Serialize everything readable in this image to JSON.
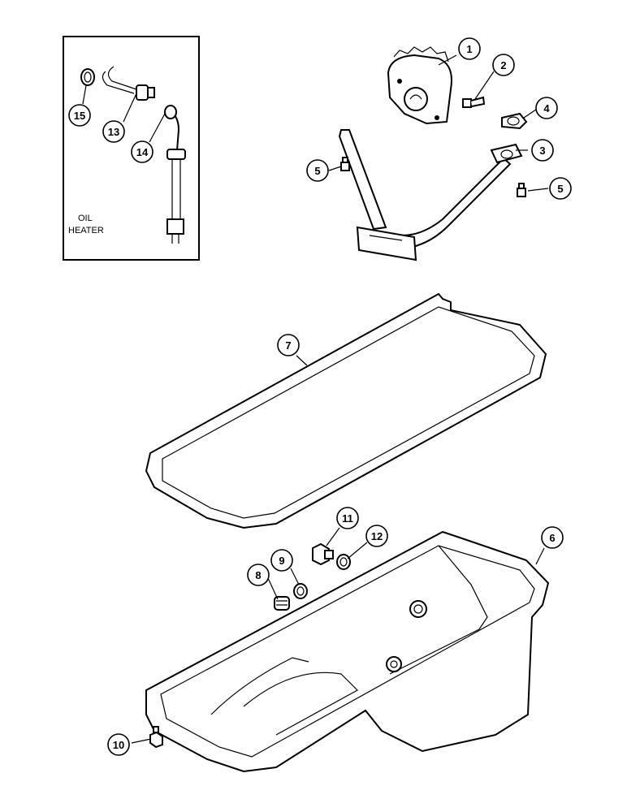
{
  "inset": {
    "label_line1": "OIL",
    "label_line2": "HEATER"
  },
  "callouts": [
    "1",
    "2",
    "3",
    "4",
    "5",
    "5",
    "6",
    "7",
    "8",
    "9",
    "10",
    "11",
    "12",
    "13",
    "14",
    "15"
  ],
  "colors": {
    "ink": "#000000",
    "paper": "#ffffff"
  }
}
